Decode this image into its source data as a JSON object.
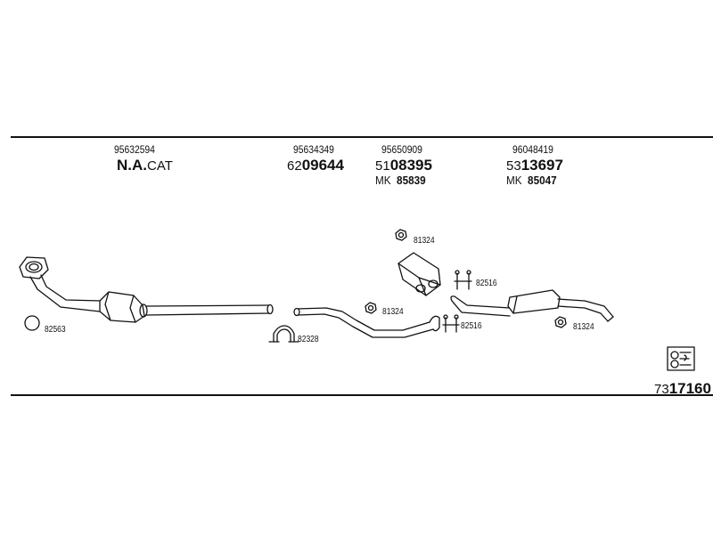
{
  "columns": [
    {
      "oe": "95632594",
      "label_bold": "N.A.",
      "label_rest": "CAT"
    },
    {
      "oe": "95634349",
      "ref_prefix": "62",
      "ref_main": "09644"
    },
    {
      "oe": "95650909",
      "ref_prefix": "51",
      "ref_main": "08395",
      "mk": "MK",
      "mk_num": "85839"
    },
    {
      "oe": "96048419",
      "ref_prefix": "53",
      "ref_main": "13697",
      "mk": "MK",
      "mk_num": "85047"
    }
  ],
  "part_labels": {
    "ring": "82563",
    "clamp": "82328",
    "nut_upper": "81324",
    "nut_mid": "81324",
    "nut_right": "81324",
    "hanger_upper": "82516",
    "hanger_lower": "82516"
  },
  "kit": {
    "prefix": "73",
    "number": "17160"
  }
}
